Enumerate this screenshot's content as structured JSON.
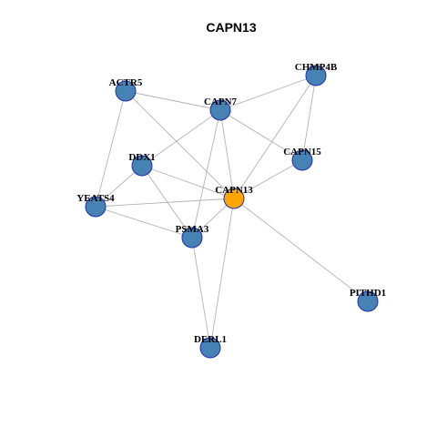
{
  "title": "CAPN13",
  "colors": {
    "background": "#ffffff",
    "node_default": "#4682b4",
    "node_focus": "#ffa500",
    "node_border": "#1f2fb0",
    "edge": "#b3b3b3"
  },
  "nodes": [
    {
      "id": "ACTR5",
      "label": "ACTR5",
      "focus": false
    },
    {
      "id": "CHMP4B",
      "label": "CHMP4B",
      "focus": false
    },
    {
      "id": "CAPN7",
      "label": "CAPN7",
      "focus": false
    },
    {
      "id": "DDX1",
      "label": "DDX1",
      "focus": false
    },
    {
      "id": "CAPN15",
      "label": "CAPN15",
      "focus": false
    },
    {
      "id": "YEATS4",
      "label": "YEATS4",
      "focus": false
    },
    {
      "id": "CAPN13",
      "label": "CAPN13",
      "focus": true
    },
    {
      "id": "PSMA3",
      "label": "PSMA3",
      "focus": false
    },
    {
      "id": "PITHD1",
      "label": "PITHD1",
      "focus": false
    },
    {
      "id": "DERL1",
      "label": "DERL1",
      "focus": false
    }
  ],
  "edges": [
    [
      "ACTR5",
      "CAPN7"
    ],
    [
      "ACTR5",
      "YEATS4"
    ],
    [
      "ACTR5",
      "CAPN13"
    ],
    [
      "CAPN7",
      "CHMP4B"
    ],
    [
      "CAPN7",
      "DDX1"
    ],
    [
      "CAPN7",
      "CAPN15"
    ],
    [
      "CAPN7",
      "CAPN13"
    ],
    [
      "CAPN7",
      "PSMA3"
    ],
    [
      "CHMP4B",
      "CAPN15"
    ],
    [
      "CHMP4B",
      "CAPN13"
    ],
    [
      "DDX1",
      "YEATS4"
    ],
    [
      "DDX1",
      "PSMA3"
    ],
    [
      "DDX1",
      "CAPN13"
    ],
    [
      "CAPN15",
      "CAPN13"
    ],
    [
      "YEATS4",
      "CAPN13"
    ],
    [
      "YEATS4",
      "PSMA3"
    ],
    [
      "CAPN13",
      "PSMA3"
    ],
    [
      "CAPN13",
      "PITHD1"
    ],
    [
      "CAPN13",
      "DERL1"
    ],
    [
      "PSMA3",
      "DERL1"
    ]
  ]
}
